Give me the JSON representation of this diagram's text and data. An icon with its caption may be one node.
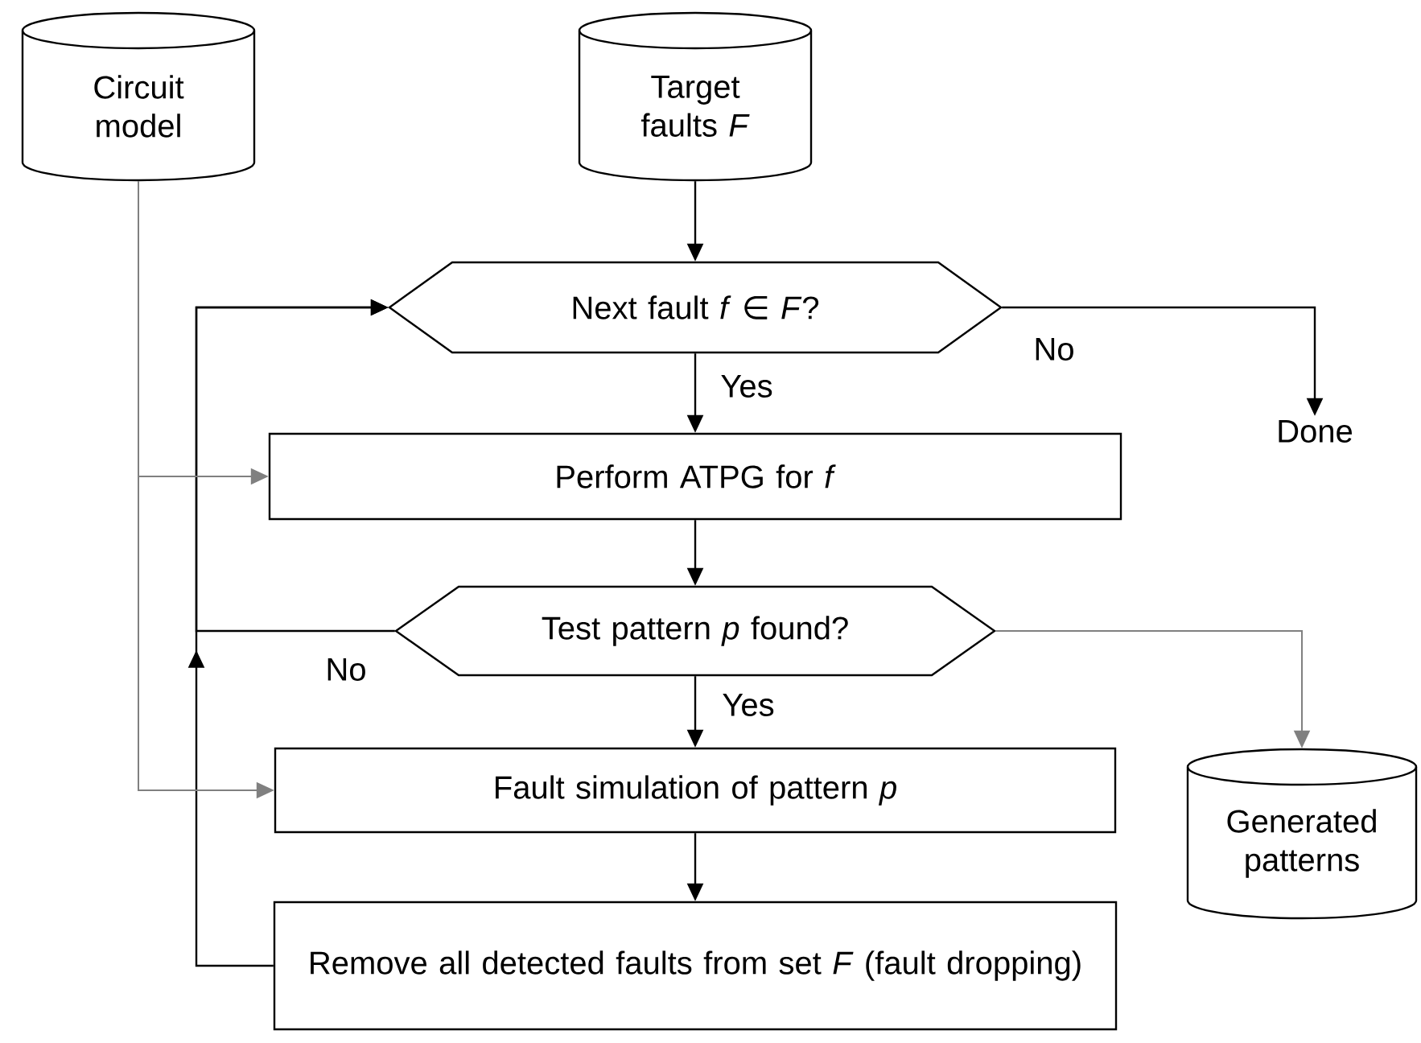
{
  "diagram": {
    "nodes": [
      {
        "text": [
          "Circuit model"
        ]
      },
      {
        "text": [
          "Target faults *F*"
        ]
      },
      {
        "text": [
          "Next fault *f* ∈ *F*?"
        ]
      },
      {
        "text": [
          "Perform ATPG for *f*"
        ]
      },
      {
        "text": [
          "Test pattern *p* found?"
        ]
      },
      {
        "text": [
          "Fault simulation of pattern *p*"
        ]
      },
      {
        "text": [
          "Remove all detected faults from set *F* (fault dropping)"
        ]
      },
      {
        "text": [
          "Done"
        ]
      },
      {
        "text": [
          "Generated patterns"
        ]
      }
    ],
    "edges": [
      {
        "from": 1,
        "to": 2,
        "arrow": "to"
      },
      {
        "from": 2,
        "to": 3,
        "arrow": "to",
        "label": "Yes"
      },
      {
        "from": 2,
        "to": 7,
        "arrow": "to",
        "label": "No"
      },
      {
        "from": 3,
        "to": 4,
        "arrow": "to"
      },
      {
        "from": 4,
        "to": 5,
        "arrow": "to",
        "label": "Yes"
      },
      {
        "from": 5,
        "to": 6,
        "arrow": "to"
      },
      {
        "from": 6,
        "to": 2,
        "arrow": "to"
      },
      {
        "from": 4,
        "to": 2,
        "arrow": "to",
        "label": "No"
      },
      {
        "from": 0,
        "to": 3,
        "arrow": "to",
        "color": "#808080"
      },
      {
        "from": 0,
        "to": 5,
        "arrow": "to",
        "color": "#808080"
      },
      {
        "from": 4,
        "to": 8,
        "arrow": "to",
        "color": "#808080"
      }
    ]
  }
}
